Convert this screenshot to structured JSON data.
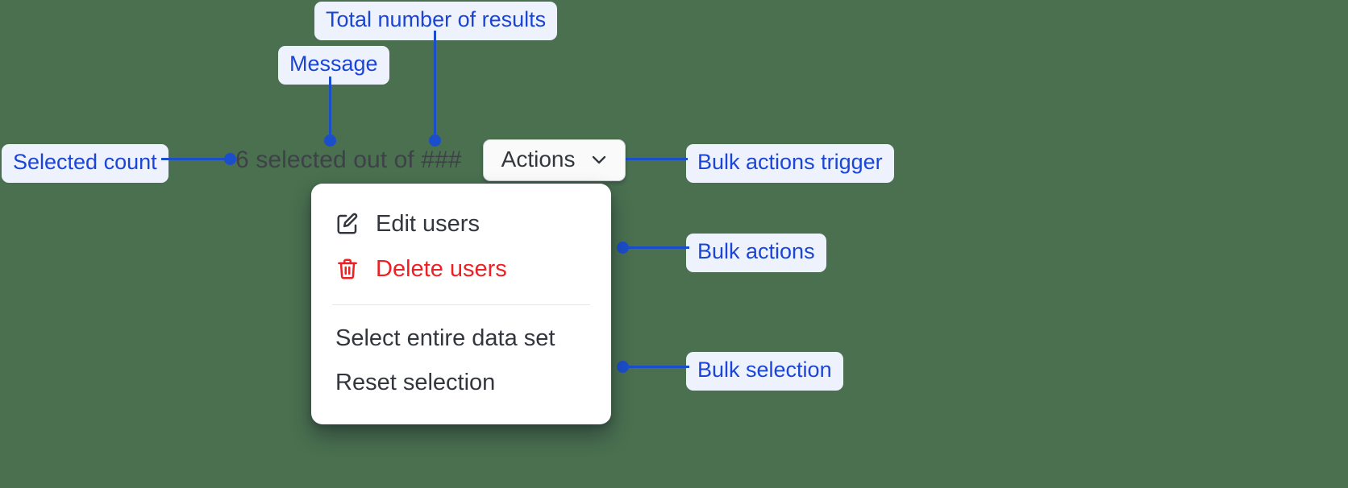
{
  "background_color": "#4a7050",
  "accent_color": "#1b4ecb",
  "chip_bg_color": "#eef2fd",
  "chip_text_color": "#1a45d6",
  "danger_color": "#ed2024",
  "bulk_bar": {
    "message": "6 selected out of ###",
    "selected_count": "6",
    "total_results_token": "###",
    "actions_button": {
      "label": "Actions",
      "icon": "chevron-down-icon"
    }
  },
  "menu": {
    "items": [
      {
        "label": "Edit users",
        "icon": "edit-icon",
        "tone": "default"
      },
      {
        "label": "Delete users",
        "icon": "trash-icon",
        "tone": "danger"
      },
      {
        "label": "Select entire data set",
        "icon": "none",
        "tone": "default"
      },
      {
        "label": "Reset selection",
        "icon": "none",
        "tone": "default"
      }
    ]
  },
  "annotations": [
    {
      "id": "total-number-of-results",
      "label": "Total number of results"
    },
    {
      "id": "message",
      "label": "Message"
    },
    {
      "id": "selected-count",
      "label": "Selected count"
    },
    {
      "id": "bulk-actions-trigger",
      "label": "Bulk actions trigger"
    },
    {
      "id": "bulk-actions",
      "label": "Bulk actions"
    },
    {
      "id": "bulk-selection",
      "label": "Bulk selection"
    }
  ]
}
